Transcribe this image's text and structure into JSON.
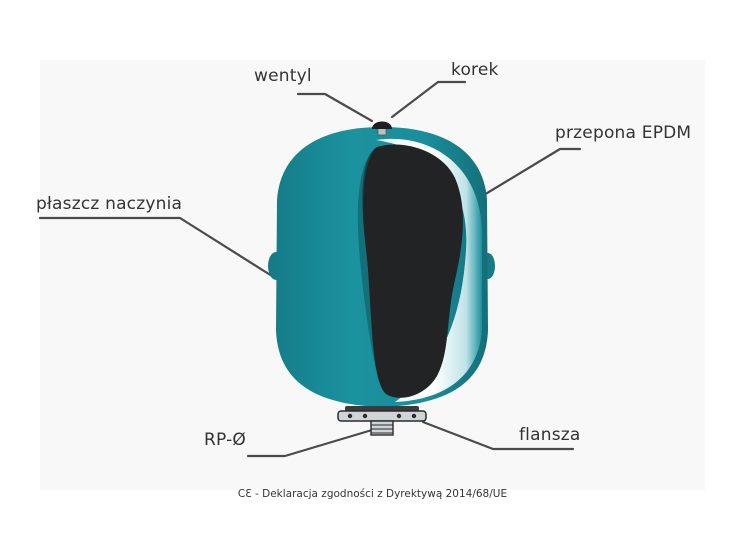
{
  "labels": {
    "wentyl": "wentyl",
    "korek": "korek",
    "przepona": "przepona EPDM",
    "plaszcz": "płaszcz naczynia",
    "rp": "RP-Ø",
    "flansza": "flansza"
  },
  "footer": "CƐ - Deklaracja zgodności z Dyrektywą 2014/68/UE",
  "colors": {
    "tank": "#1b8f9c",
    "tank_shadow": "#136f7a",
    "membrane": "#222324",
    "highlight": "#ffffff",
    "leader": "#4a4a4a",
    "text": "#333333"
  }
}
